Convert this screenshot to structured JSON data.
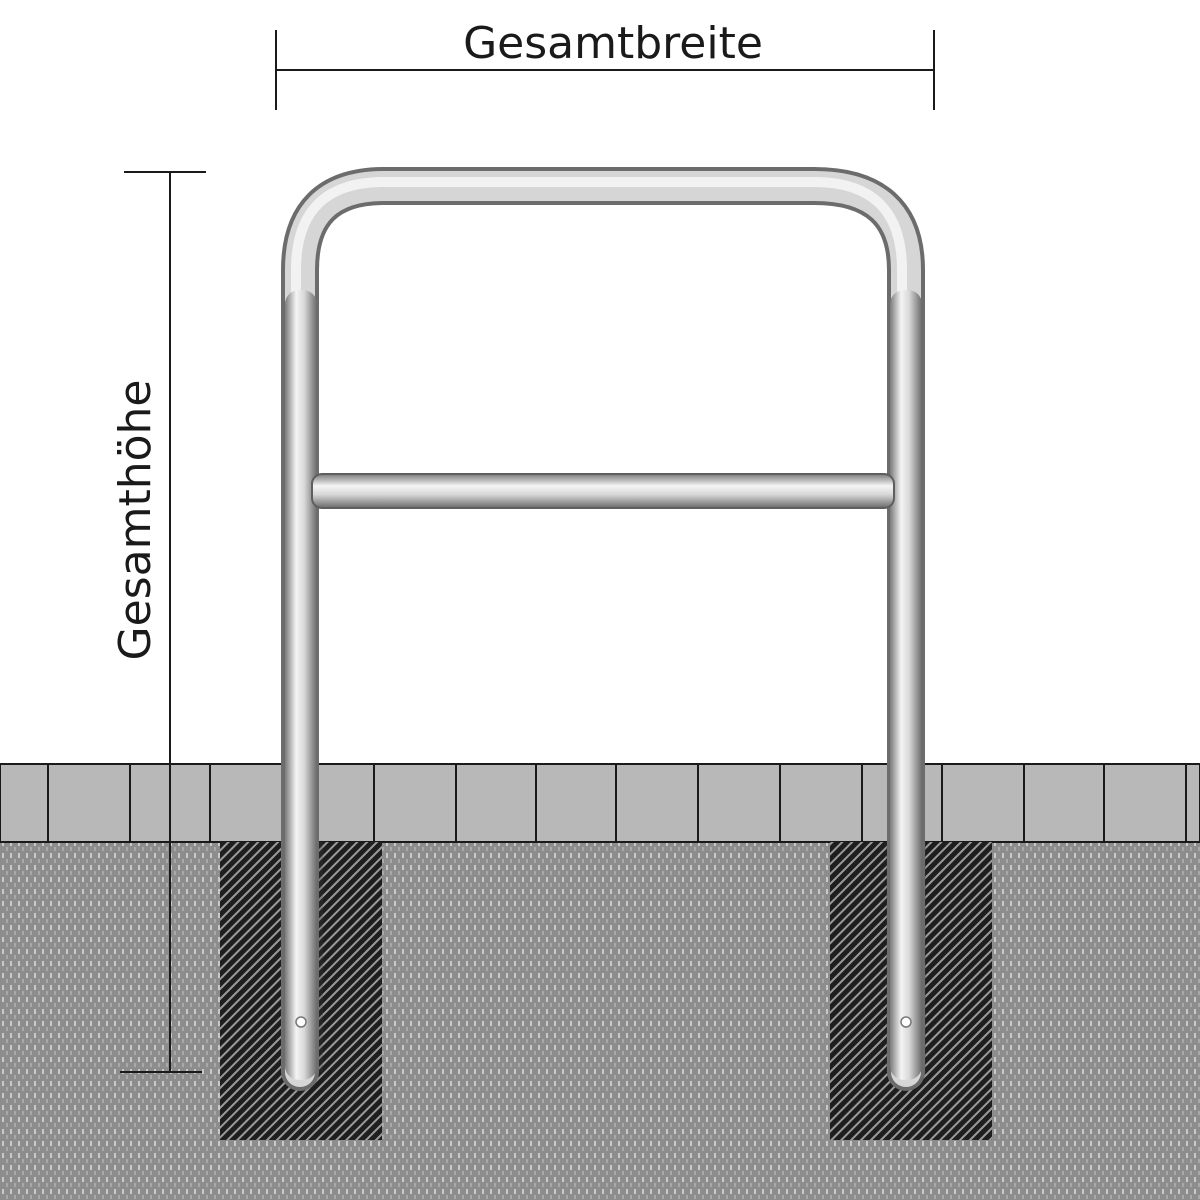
{
  "labels": {
    "width_dimension": "Gesamtbreite",
    "height_dimension": "Gesamthöhe"
  },
  "colors": {
    "background": "#ffffff",
    "paving_stone": "#b5b5b5",
    "ground": "#8a8a8a",
    "concrete_footing": "#2a2a2a",
    "tube_highlight": "#f2f2f2",
    "tube_shadow": "#6f6f6f",
    "dimension_line": "#1a1a1a"
  },
  "elements": {
    "product": "bike-stand-hoop-with-crossbar",
    "mounting": "set-in-concrete"
  }
}
